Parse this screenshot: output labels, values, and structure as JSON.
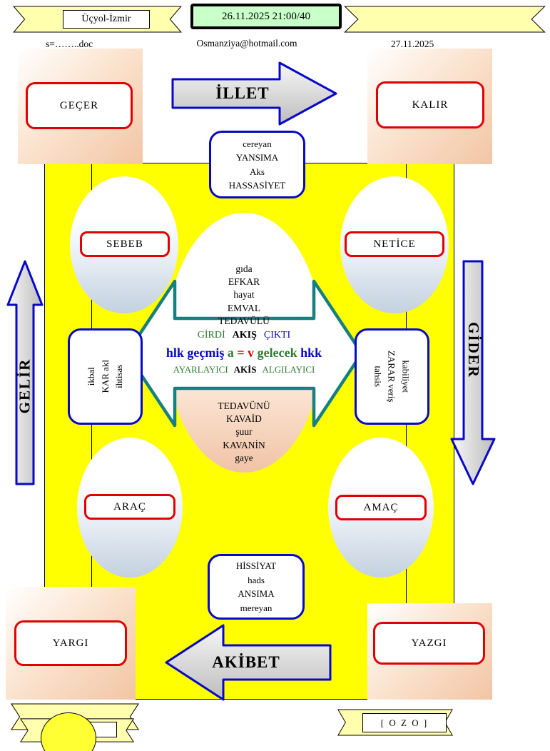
{
  "header": {
    "location": "Üçyol-İzmir",
    "datetime": "26.11.2025 21:00/40",
    "doc": "s=……..doc",
    "email": "Osmanziya@hotmail.com",
    "date": "27.11.2025"
  },
  "diagram": {
    "corner_boxes": {
      "top_left": "GEÇER",
      "top_right": "KALIR",
      "bottom_left": "YARGI",
      "bottom_right": "YAZGI"
    },
    "flow_arrows": {
      "top": "İLLET",
      "bottom": "AKİBET",
      "left": "GELİR",
      "right": "GİDER"
    },
    "ovals": {
      "top_left": "SEBEB",
      "top_right": "NETİCE",
      "bottom_left": "ARAÇ",
      "bottom_right": "AMAÇ"
    },
    "note_boxes": {
      "top": [
        "cereyan",
        "YANSIMA",
        "Aks",
        "HASSASİYET"
      ],
      "bottom": [
        "HİSSİYAT",
        "hads",
        "ANSIMA",
        "mereyan"
      ],
      "left": [
        "ikbal",
        "KAR akl",
        "ihtisas"
      ],
      "right": [
        "kabiliyet",
        "ZARAR veriş",
        "tahsis"
      ]
    },
    "center": {
      "upper": [
        "gıda",
        "EFKAR",
        "hayat",
        "EMVAL",
        "TEDAVÜLÜ"
      ],
      "lower": [
        "TEDAVÜNÜ",
        "KAVAİD",
        "şuur",
        "KAVANİN",
        "gaye"
      ],
      "row1": [
        {
          "text": "GİRDİ",
          "color": "#2e7d32"
        },
        {
          "text": "AKIŞ",
          "color": "#000000"
        },
        {
          "text": "ÇIKTI",
          "color": "#0808c8"
        }
      ],
      "row2": [
        {
          "text": "hlk",
          "color": "#0808c8"
        },
        {
          "text": "geçmiş",
          "color": "#0808c8"
        },
        {
          "text": "a",
          "color": "#2e7d32"
        },
        {
          "text": "=",
          "color": "#cc0000"
        },
        {
          "text": "v",
          "color": "#cc0000"
        },
        {
          "text": "gelecek",
          "color": "#2e7d32"
        },
        {
          "text": "hkk",
          "color": "#0808c8"
        }
      ],
      "row3": [
        {
          "text": "AYARLAYICI",
          "color": "#2e7d32"
        },
        {
          "text": "AKİS",
          "color": "#000000"
        },
        {
          "text": "ALGILAYICI",
          "color": "#2e7d32"
        }
      ]
    }
  },
  "footer": {
    "ozo": "[ O Z O ]"
  },
  "colors": {
    "panel_yellow": "#ffff00",
    "ribbon_yellow": "#ffffae",
    "green_box_fill": "#c9ffc9",
    "red_border": "#e00000",
    "blue_border": "#0808c8",
    "teal_border": "#168080",
    "peach": "#f2c5a4"
  }
}
